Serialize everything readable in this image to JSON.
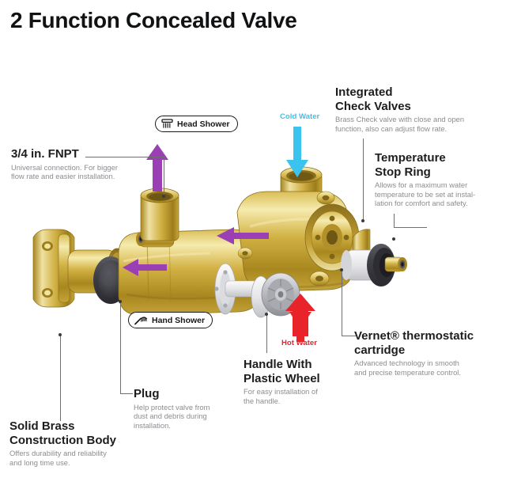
{
  "page": {
    "title": "2 Function Concealed Valve",
    "background_color": "#ffffff"
  },
  "colors": {
    "heading": "#1d1d1f",
    "body_text": "#8d8d92",
    "leader_line": "#6f6f73",
    "cold_water": "#3BC3F0",
    "hot_water": "#E8242A",
    "flow_arrow_purple": "#9B3FB5",
    "brass_light": "#F2E49C",
    "brass_mid": "#CBA93A",
    "brass_dark": "#8A6E1C",
    "plastic_white": "#EDEDEF",
    "plastic_gray": "#B9BBC0",
    "plug_dark": "#3E3E44"
  },
  "callouts": [
    {
      "id": "fnpt",
      "heading": "3/4 in. FNPT",
      "body": "Universal connection. For bigger\nflow rate and easier installation."
    },
    {
      "id": "check-valves",
      "heading": "Integrated\nCheck Valves",
      "body": "Brass Check valve with close and open\nfunction, also can adjust flow rate."
    },
    {
      "id": "stop-ring",
      "heading": "Temperature\nStop Ring",
      "body": "Allows for a maximum water\ntemperature to be set at instal-\nlation for comfort and safety."
    },
    {
      "id": "cartridge",
      "heading": "Vernet® thermostatic\ncartridge",
      "body": "Advanced technology in smooth\nand precise temperature control."
    },
    {
      "id": "handle",
      "heading": "Handle With\nPlastic Wheel",
      "body": "For easy installation of\nthe handle."
    },
    {
      "id": "plug",
      "heading": "Plug",
      "body": "Help protect valve from\ndust and debris during\ninstallation."
    },
    {
      "id": "body",
      "heading": "Solid Brass\nConstruction Body",
      "body": "Offers durability and reliability\nand long time use."
    }
  ],
  "badges": [
    {
      "id": "head-shower",
      "label": "Head Shower",
      "icon": "head-shower-icon"
    },
    {
      "id": "hand-shower",
      "label": "Hand Shower",
      "icon": "hand-shower-icon"
    }
  ],
  "water_flow": [
    {
      "id": "cold",
      "label": "Cold Water",
      "direction": "down",
      "color": "#3BC3F0"
    },
    {
      "id": "hot",
      "label": "Hot Water",
      "direction": "up",
      "color": "#E8242A"
    }
  ]
}
